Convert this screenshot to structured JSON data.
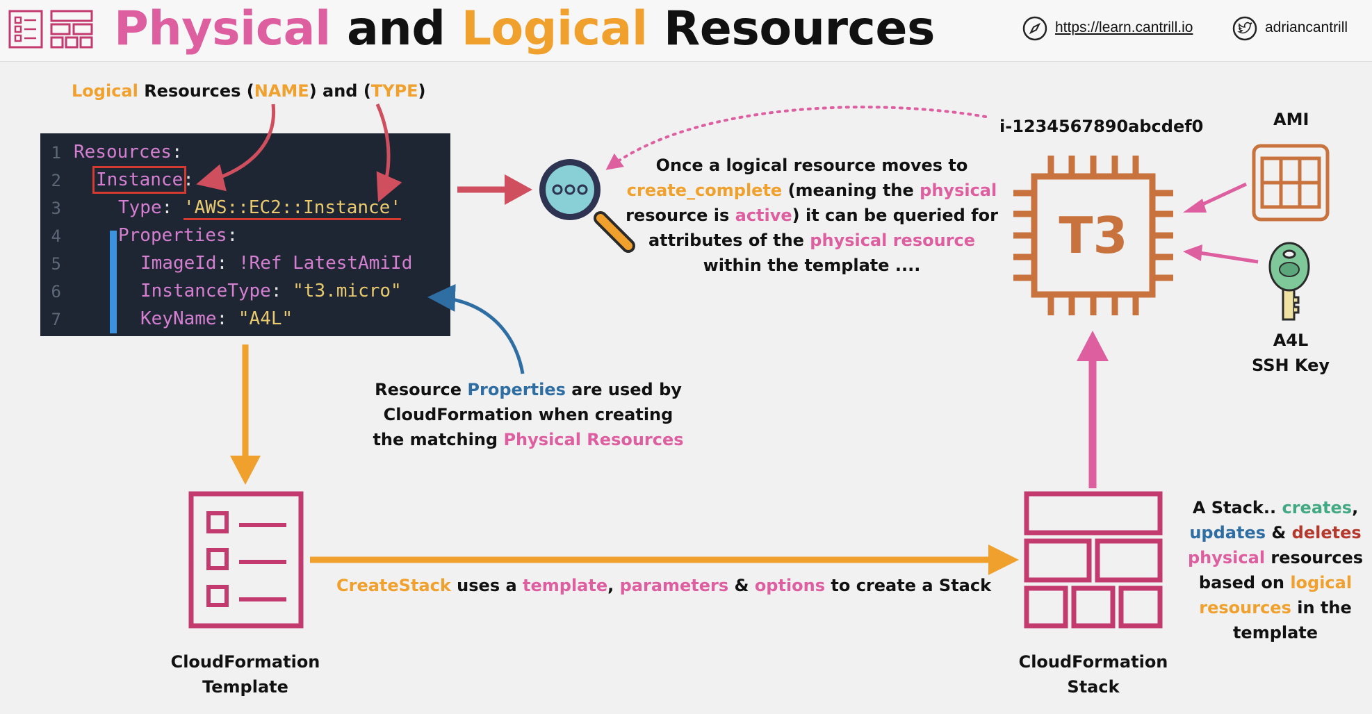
{
  "header": {
    "title_part1": "Physical",
    "title_part2": " and ",
    "title_part3": "Logical",
    "title_part4": " Resources",
    "site_url": "https://learn.cantrill.io",
    "twitter_handle": "adriancantrill"
  },
  "logical_label": {
    "w1": "Logical",
    "w2": " Resources (",
    "w3": "NAME",
    "w4": ") and (",
    "w5": "TYPE",
    "w6": ")"
  },
  "code": {
    "line_numbers": [
      "1",
      "2",
      "3",
      "4",
      "5",
      "6",
      "7"
    ],
    "resources_key": "Resources",
    "colon": ":",
    "instance_key": "Instance",
    "type_key": "Type",
    "type_value": "'AWS::EC2::Instance'",
    "properties_key": "Properties",
    "imageid_key": "ImageId",
    "imageid_value": "!Ref LatestAmiId",
    "instancetype_key": "InstanceType",
    "instancetype_value": "\"t3.micro\"",
    "keyname_key": "KeyName",
    "keyname_value": "\"A4L\""
  },
  "query_note": {
    "l1": "Once a logical resource moves to",
    "l2a": "create_complete",
    "l2b": " (meaning the ",
    "l2c": "physical",
    "l3a": "resource is ",
    "l3b": "active",
    "l3c": ") it can be queried for",
    "l4a": "attributes of the ",
    "l4b": "physical resource",
    "l5": "within the template ...."
  },
  "instance_id": "i-1234567890abcdef0",
  "chip_label": "T3",
  "ami_label": "AMI",
  "key_label_1": "A4L",
  "key_label_2": "SSH Key",
  "properties_note": {
    "l1a": "Resource ",
    "l1b": "Properties",
    "l1c": " are used by",
    "l2": "CloudFormation when creating",
    "l3a": "the matching ",
    "l3b": "Physical Resources"
  },
  "createstack_note": {
    "a": "CreateStack",
    "b": " uses a ",
    "c": "template",
    "d": ", ",
    "e": "parameters",
    "f": " & ",
    "g": "options",
    "h": " to create a Stack"
  },
  "template_label_1": "CloudFormation",
  "template_label_2": "Template",
  "stack_label_1": "CloudFormation",
  "stack_label_2": "Stack",
  "stack_note": {
    "l1a": "A Stack.. ",
    "l1b": "creates",
    "l1c": ",",
    "l2a": "updates",
    "l2b": " & ",
    "l2c": "deletes",
    "l3a": "physical",
    "l3b": " resources",
    "l4a": "based on ",
    "l4b": "logical",
    "l5a": "resources",
    "l5b": " in the",
    "l6": "template"
  },
  "colors": {
    "pink": "#de5fa0",
    "orange": "#f0a12d",
    "blue": "#2f6ea3",
    "green": "#43a884",
    "red": "#b5382c",
    "magenta_icon": "#c23a6e",
    "chip_brown": "#c8733e",
    "code_bg": "#1e2533"
  },
  "icons": [
    "list-icon",
    "layout-icon",
    "compass-icon",
    "twitter-icon",
    "magnifier-icon",
    "chip-icon",
    "ami-grid-icon",
    "key-icon",
    "template-list-icon",
    "stack-grid-icon"
  ]
}
